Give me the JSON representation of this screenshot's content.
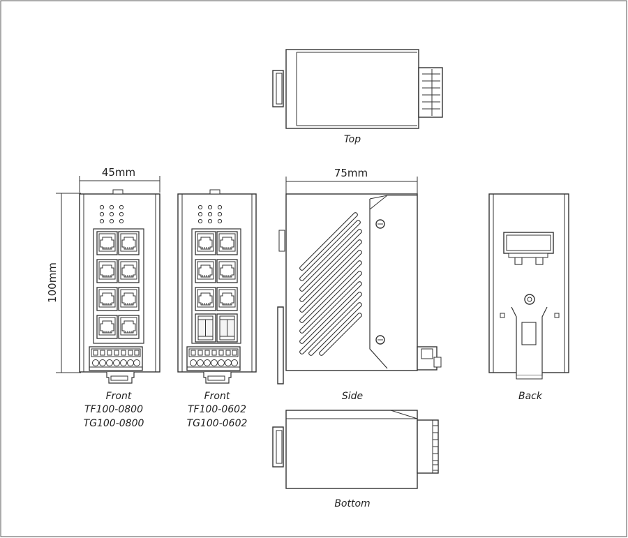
{
  "labels": {
    "top": "Top",
    "side": "Side",
    "back": "Back",
    "bottom": "Bottom",
    "front1_title": "Front",
    "front1_model1": "TF100-0800",
    "front1_model2": "TG100-0800",
    "front2_title": "Front",
    "front2_model1": "TF100-0602",
    "front2_model2": "TG100-0602"
  },
  "dimensions": {
    "width": "45mm",
    "depth": "75mm",
    "height": "100mm"
  }
}
